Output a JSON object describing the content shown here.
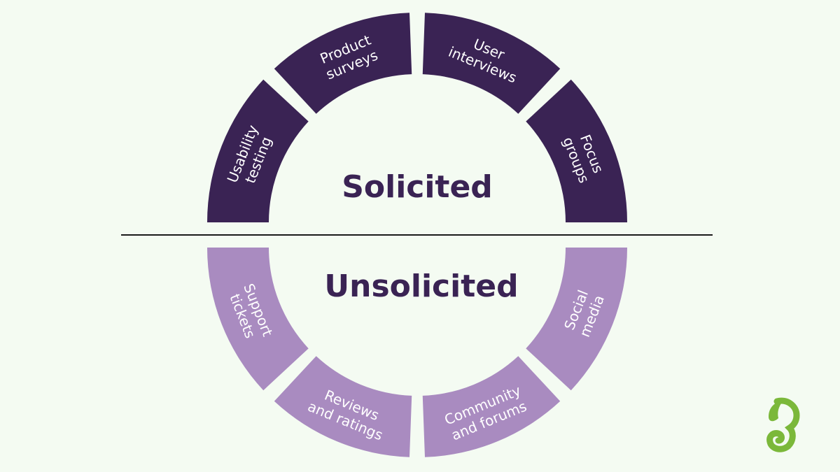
{
  "diagram": {
    "top_title": "Solicited",
    "bottom_title": "Unsolicited",
    "colors": {
      "solicited": "#3a2354",
      "unsolicited": "#a98bc0",
      "divider": "#1a1a1a",
      "title": "#3a2354",
      "logo": "#7bb83a"
    },
    "solicited": [
      {
        "lines": [
          "Usability",
          "testing"
        ]
      },
      {
        "lines": [
          "Product",
          "surveys"
        ]
      },
      {
        "lines": [
          "User",
          "interviews"
        ]
      },
      {
        "lines": [
          "Focus",
          "groups"
        ]
      }
    ],
    "unsolicited": [
      {
        "lines": [
          "Support",
          "tickets"
        ]
      },
      {
        "lines": [
          "Reviews",
          "and ratings"
        ]
      },
      {
        "lines": [
          "Community",
          "and forums"
        ]
      },
      {
        "lines": [
          "Social",
          "media"
        ]
      }
    ]
  },
  "logo": {
    "icon": "chameleon-logo-icon"
  }
}
